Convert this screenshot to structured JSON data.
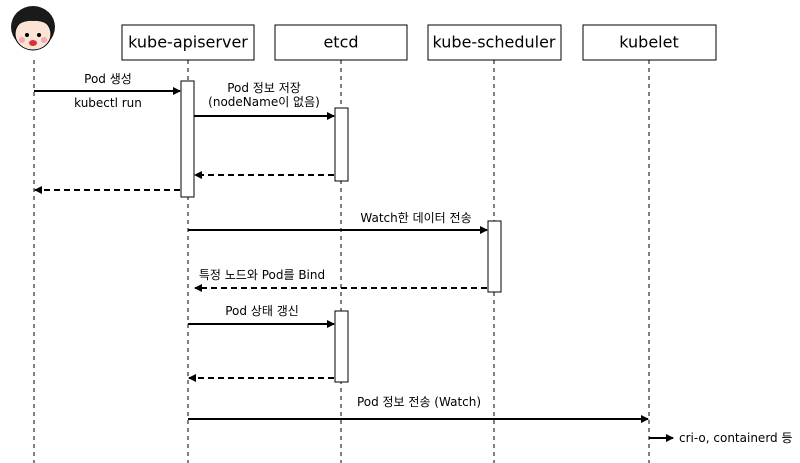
{
  "actor": {
    "icon": "user-avatar-icon"
  },
  "participants": [
    {
      "id": "apiserver",
      "label": "kube-apiserver"
    },
    {
      "id": "etcd",
      "label": "etcd"
    },
    {
      "id": "scheduler",
      "label": "kube-scheduler"
    },
    {
      "id": "kubelet",
      "label": "kubelet"
    }
  ],
  "messages": [
    {
      "id": "m1",
      "from": "user",
      "to": "apiserver",
      "style": "solid",
      "label_lines": [
        "Pod 생성"
      ],
      "sublabel": "kubectl run"
    },
    {
      "id": "m2",
      "from": "apiserver",
      "to": "etcd",
      "style": "solid",
      "label_lines": [
        "Pod 정보 저장",
        "(nodeName이 없음)"
      ]
    },
    {
      "id": "m3",
      "from": "etcd",
      "to": "apiserver",
      "style": "dashed",
      "label_lines": []
    },
    {
      "id": "m4",
      "from": "apiserver",
      "to": "user",
      "style": "dashed",
      "label_lines": []
    },
    {
      "id": "m5",
      "from": "apiserver",
      "to": "scheduler",
      "style": "solid",
      "label_lines": [
        "Watch한 데이터 전송"
      ]
    },
    {
      "id": "m6",
      "from": "scheduler",
      "to": "apiserver",
      "style": "dashed",
      "label_lines": [
        "특정 노드와 Pod를 Bind"
      ]
    },
    {
      "id": "m7",
      "from": "apiserver",
      "to": "etcd",
      "style": "solid",
      "label_lines": [
        "Pod 상태 갱신"
      ]
    },
    {
      "id": "m8",
      "from": "etcd",
      "to": "apiserver",
      "style": "dashed",
      "label_lines": []
    },
    {
      "id": "m9",
      "from": "apiserver",
      "to": "kubelet",
      "style": "solid",
      "label_lines": [
        "Pod 정보 전송 (Watch)"
      ]
    },
    {
      "id": "m10",
      "from": "kubelet",
      "to": "note",
      "style": "solid",
      "label_lines": [
        "cri-o, containerd 등"
      ]
    }
  ]
}
